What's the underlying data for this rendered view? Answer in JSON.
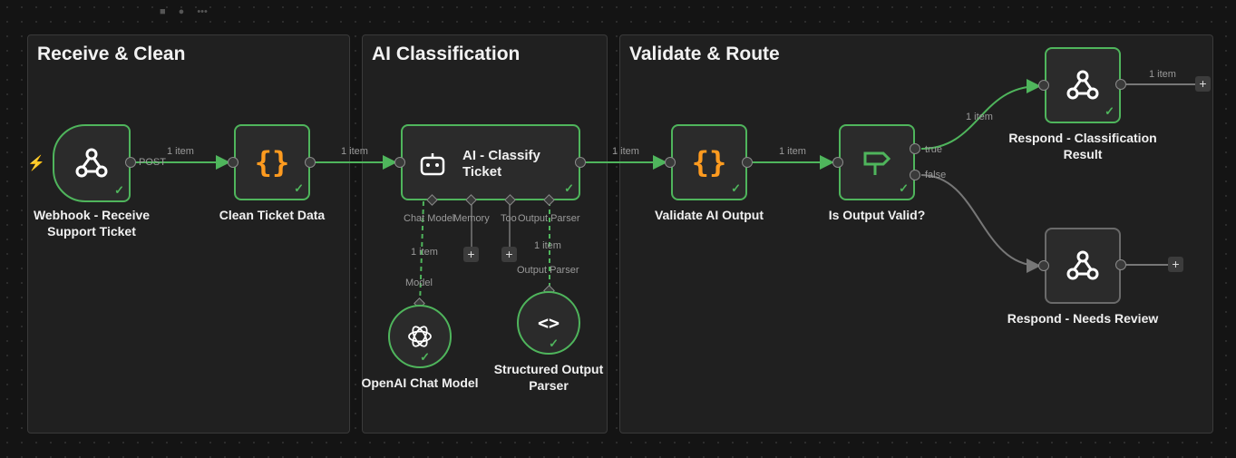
{
  "groups": {
    "receive": "Receive & Clean",
    "ai": "AI Classification",
    "validate": "Validate & Route"
  },
  "nodes": {
    "webhook": "Webhook - Receive Support Ticket",
    "clean": "Clean Ticket Data",
    "ai_classify": "AI - Classify Ticket",
    "openai": "OpenAI Chat Model",
    "parser": "Structured Output Parser",
    "validate": "Validate AI Output",
    "is_valid": "Is Output Valid?",
    "respond_result": "Respond - Classification Result",
    "respond_review": "Respond - Needs Review"
  },
  "labels": {
    "post": "POST",
    "item": "1 item",
    "true": "true",
    "false": "false",
    "chat_model": "Chat Model",
    "memory": "Memory",
    "tool": "Too",
    "output_parser": "Output Parser",
    "model": "Model",
    "output_parser_in": "Output Parser",
    "plus": "+",
    "check": "✓"
  },
  "icons": {
    "webhook": "webhook-icon",
    "code": "code-braces-icon",
    "robot": "robot-icon",
    "openai": "openai-icon",
    "parser": "code-brackets-icon",
    "signpost": "signpost-icon",
    "trigger": "lightning-bolt-icon"
  },
  "colors": {
    "success": "#4fb55c",
    "code": "#ff9b1f",
    "trigger": "#e5533c",
    "node_bg": "#2b2b2b",
    "group_bg": "#202020"
  }
}
